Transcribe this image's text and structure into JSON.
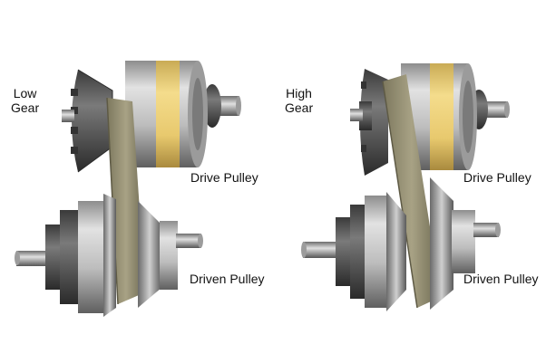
{
  "panels": [
    {
      "gear_label": [
        "Low",
        "Gear"
      ],
      "drive_label": "Drive Pulley",
      "driven_label": "Driven Pulley"
    },
    {
      "gear_label": [
        "High",
        "Gear"
      ],
      "drive_label": "Drive Pulley",
      "driven_label": "Driven Pulley"
    }
  ],
  "colors": {
    "belt": "#9c9678",
    "belt_shadow": "#6b674f",
    "accent_band": "#f0d27a",
    "metal_light": "#d9d9d9",
    "metal_dark": "#4a4a4a",
    "background": "#ffffff"
  }
}
